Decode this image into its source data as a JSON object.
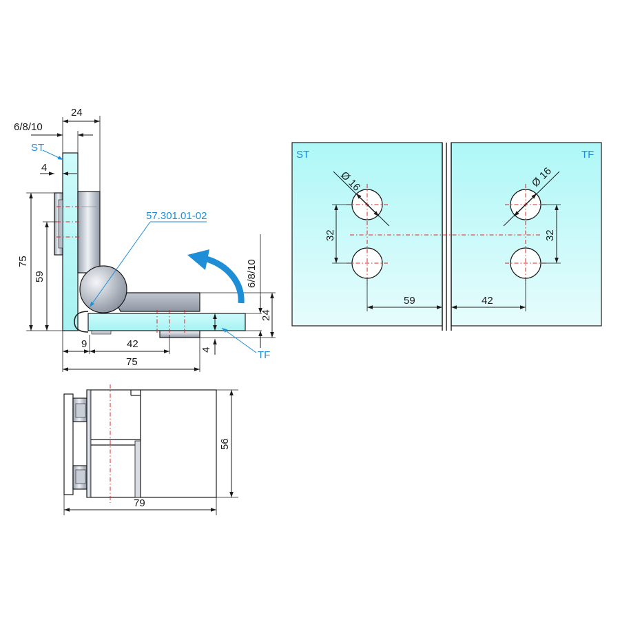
{
  "colors": {
    "glass_top": "#aef7f7",
    "glass_bottom": "#e7fcfc",
    "metal": "#c9cfd8",
    "accent_blue": "#1e8fd6",
    "centerline_red": "#e02020"
  },
  "hinge_top_view": {
    "dim_glass_thickness": "6/8/10",
    "dim_width": "24",
    "label_st": "ST",
    "dim_offset_4": "4",
    "dim_height": "75",
    "dim_hole_height": "59",
    "part_number": "57.301.01-02",
    "dim_glass_thickness_tf": "6/8/10",
    "dim_24_right": "24",
    "dim_4_bottom": "4",
    "label_tf": "TF",
    "dim_9": "9",
    "dim_42": "42",
    "dim_75_bottom": "75"
  },
  "hinge_side_view": {
    "dim_height": "56",
    "dim_width": "79"
  },
  "glass_panels": {
    "label_st": "ST",
    "label_tf": "TF",
    "hole_diameter_left": "Ø 16",
    "hole_diameter_right": "Ø 16",
    "hole_spacing_left": "32",
    "hole_spacing_right": "32",
    "edge_distance_left": "59",
    "edge_distance_right": "42"
  }
}
